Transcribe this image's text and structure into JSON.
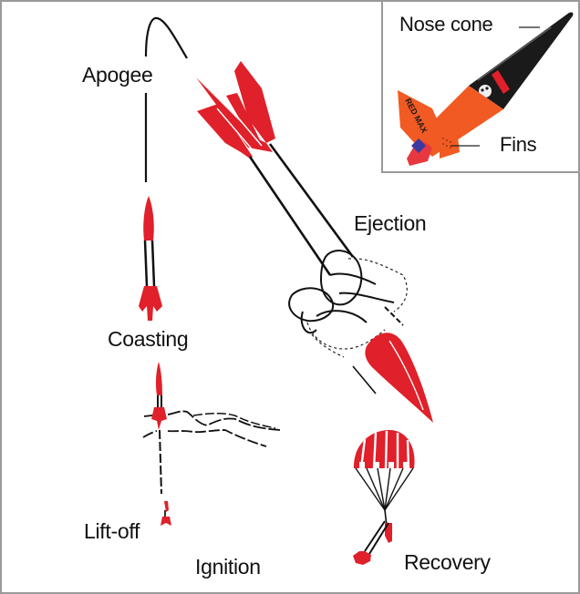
{
  "diagram": {
    "stages": [
      {
        "id": "apogee",
        "label": "Apogee"
      },
      {
        "id": "ejection",
        "label": "Ejection"
      },
      {
        "id": "coasting",
        "label": "Coasting"
      },
      {
        "id": "lift-off",
        "label": "Lift-off"
      },
      {
        "id": "ignition",
        "label": "Ignition"
      },
      {
        "id": "recovery",
        "label": "Recovery"
      }
    ],
    "inset": {
      "callouts": [
        {
          "id": "nose-cone",
          "label": "Nose cone"
        },
        {
          "id": "fins",
          "label": "Fins"
        }
      ],
      "rocket_decal_text": "RED MAX"
    },
    "colors": {
      "rocket_red": "#e0202a",
      "model_orange": "#f15a22",
      "nose_black": "#1a1a1a",
      "border": "#9a9a9a"
    }
  }
}
